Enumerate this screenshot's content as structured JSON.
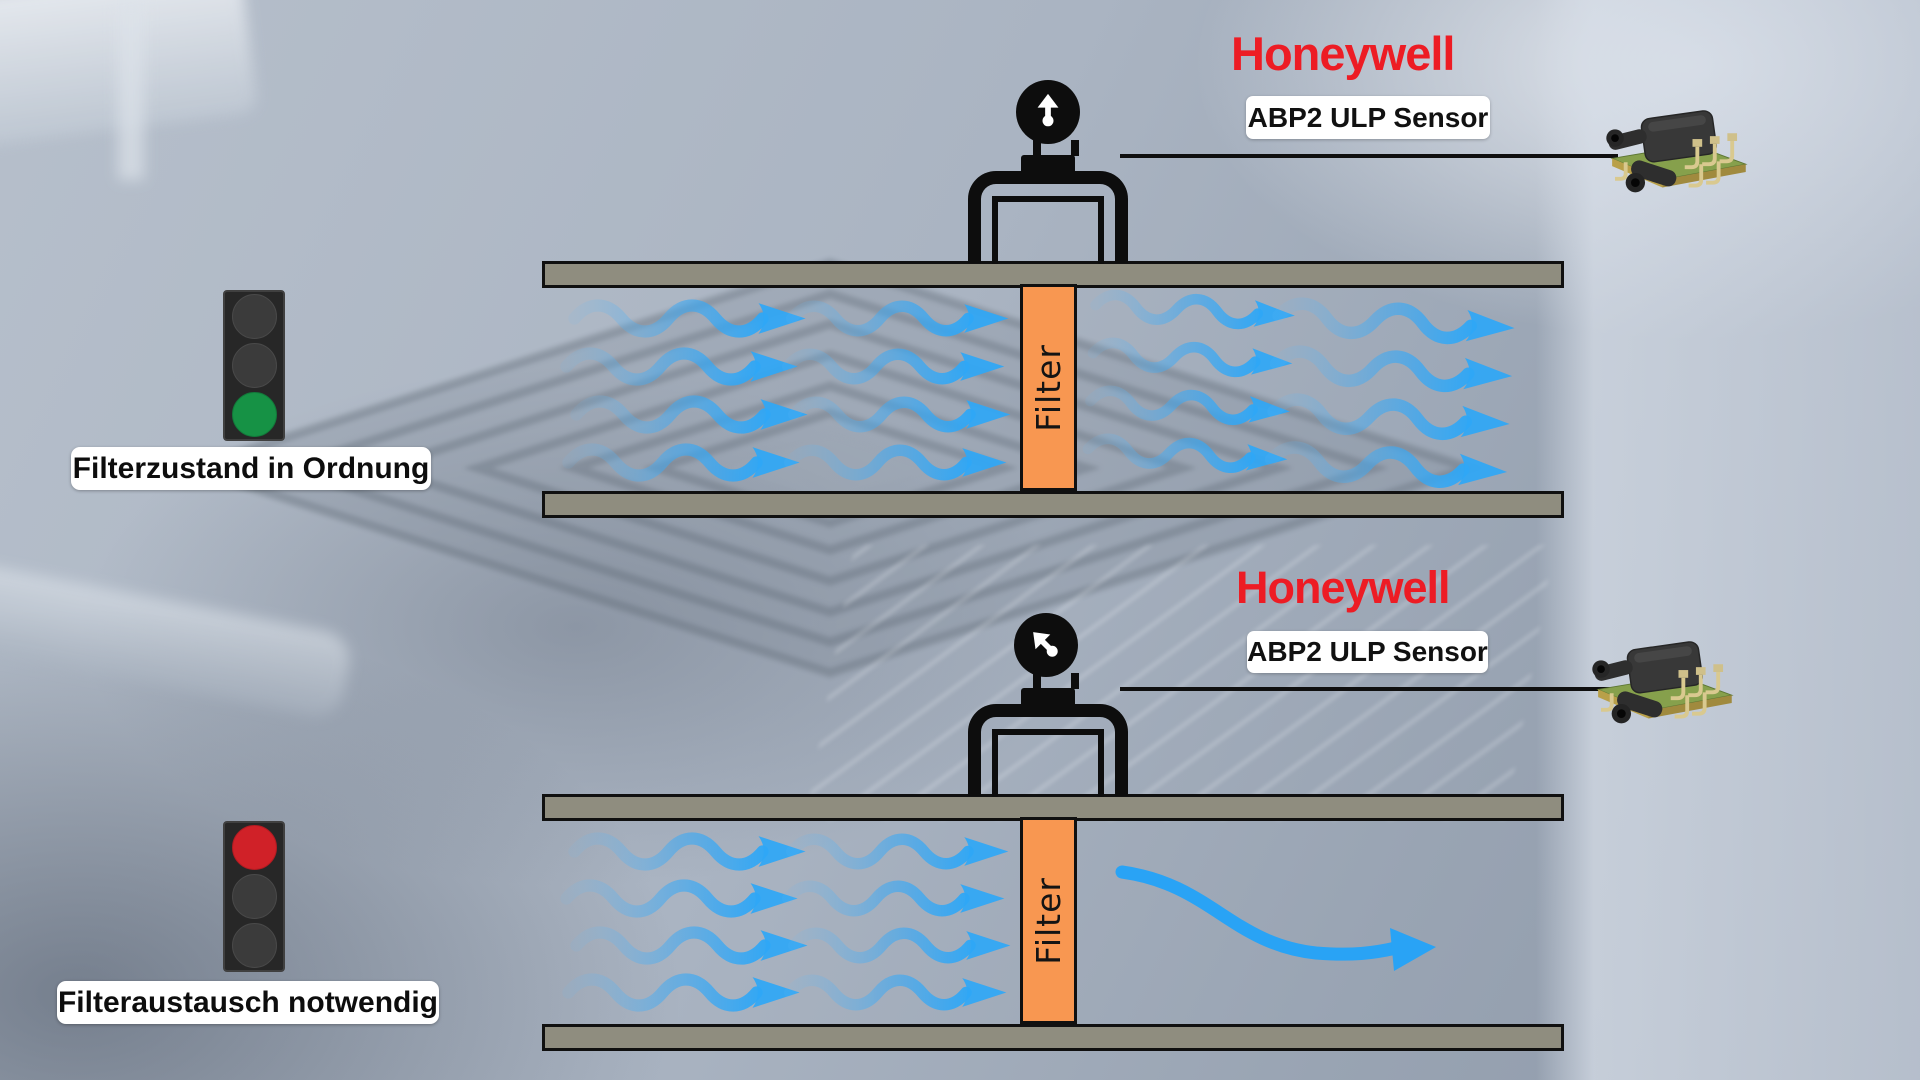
{
  "brand": {
    "logo_text": "Honeywell",
    "logo_color": "#ed1c24"
  },
  "sensor": {
    "label": "ABP2 ULP Sensor",
    "chip_icon": "pressure-sensor-chip"
  },
  "diagram": {
    "filter_label": "Filter",
    "airflow_color": "#2fa7f6",
    "duct_color": "#8f8d7f",
    "filter_color": "#f89751"
  },
  "scenarios": [
    {
      "id": "filter-ok",
      "status_label": "Filterzustand in Ordnung",
      "gauge_icon": "arrow-up",
      "traffic_light": {
        "red": false,
        "yellow": false,
        "green": true,
        "green_color": "#169245"
      }
    },
    {
      "id": "filter-replace",
      "status_label": "Filteraustausch notwendig",
      "gauge_icon": "arrow-up-left",
      "traffic_light": {
        "red": true,
        "yellow": false,
        "green": false,
        "red_color": "#d02128"
      }
    }
  ]
}
